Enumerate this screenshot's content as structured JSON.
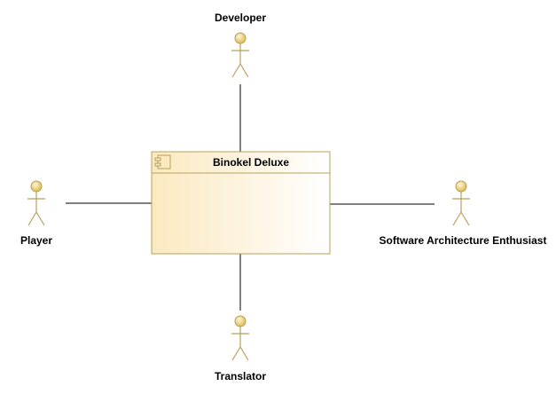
{
  "component": {
    "name": "Binokel Deluxe",
    "icon": "component-icon",
    "fill_start": "#fbe9c0",
    "fill_end": "#ffffff",
    "stroke": "#b8a05c"
  },
  "actors": [
    {
      "id": "developer",
      "label": "Developer",
      "icon": "actor-icon"
    },
    {
      "id": "player",
      "label": "Player",
      "icon": "actor-icon"
    },
    {
      "id": "software-architecture-enthusiast",
      "label": "Software Architecture Enthusiast",
      "icon": "actor-icon"
    },
    {
      "id": "translator",
      "label": "Translator",
      "icon": "actor-icon"
    }
  ],
  "colors": {
    "actor_fill": "#f3dc8a",
    "actor_stroke": "#b8a05c",
    "line": "#000000"
  }
}
